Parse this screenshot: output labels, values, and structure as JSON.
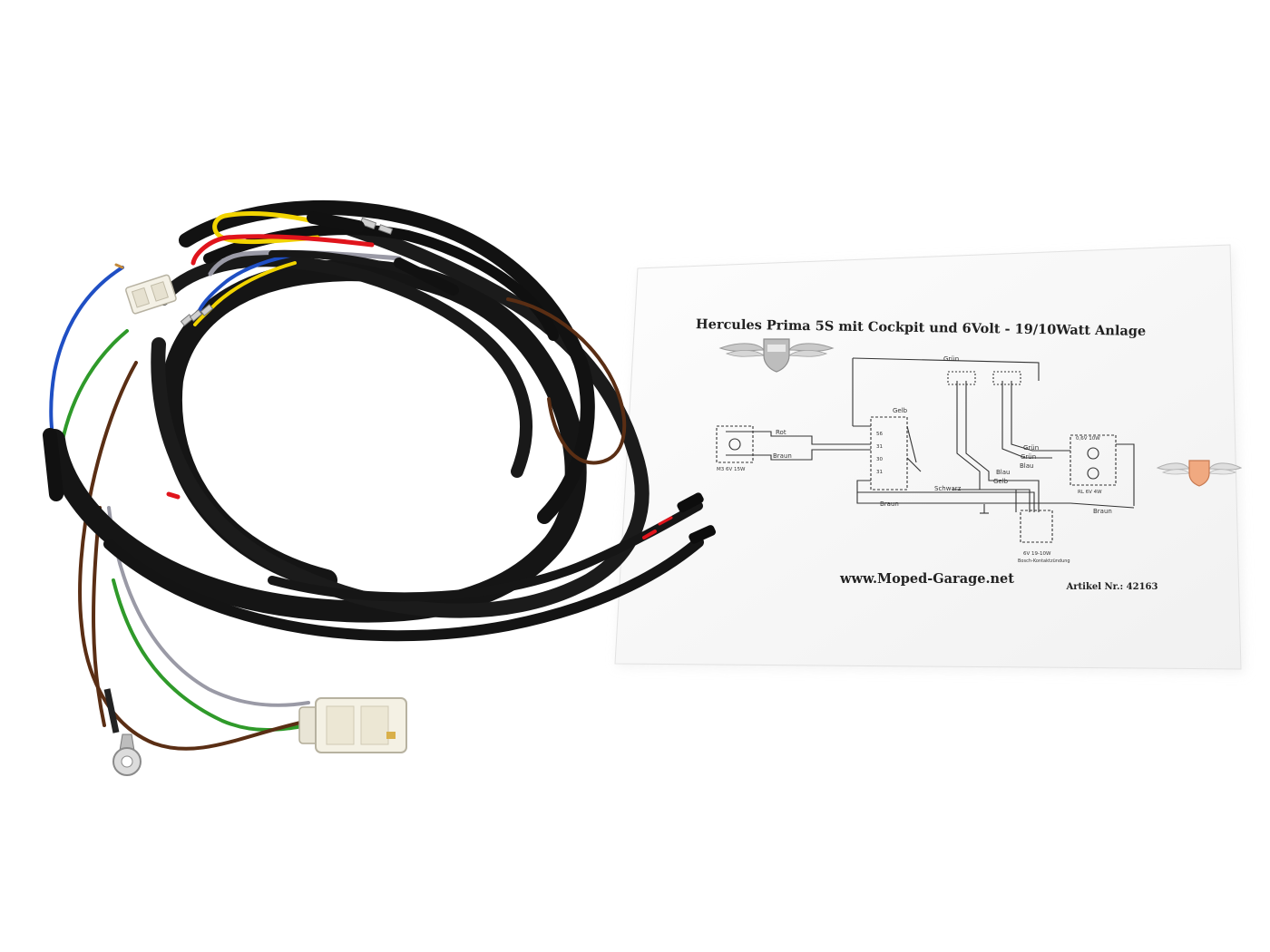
{
  "sheet": {
    "title": "Hercules Prima 5S mit Cockpit und 6Volt - 19/10Watt Anlage",
    "website": "www.Moped-Garage.net",
    "article_no": "Artikel Nr.: 42163"
  },
  "diagram": {
    "wires": {
      "gruen_top": "Grün",
      "gelb_switch": "Gelb",
      "rot": "Rot",
      "braun_left": "Braun",
      "gruen_1": "Grün",
      "gruen_2": "Grün",
      "blau_1": "Blau",
      "blau_2": "Blau",
      "gelb": "Gelb",
      "schwarz": "Schwarz",
      "braun_bottom": "Braun",
      "braun_right": "Braun"
    },
    "components": {
      "left_lamp": "M3 6V 15W",
      "right_lamp_top": "0,6V 10W",
      "right_lamp_bottom": "RL 6V 4W",
      "ignition": "6V 19-10W",
      "ignition_sub": "Bosch-Kontaktzündung",
      "term_56": "56",
      "term_31": "31",
      "term_30": "30",
      "term_31b": "31"
    }
  },
  "colors": {
    "cable": "#151515",
    "wire_blue": "#1f4fc4",
    "wire_green": "#2f9a2a",
    "wire_brown": "#5a2e14",
    "wire_yellow": "#f2d400",
    "wire_red": "#e0141c",
    "wire_grey": "#9a9aa6"
  }
}
